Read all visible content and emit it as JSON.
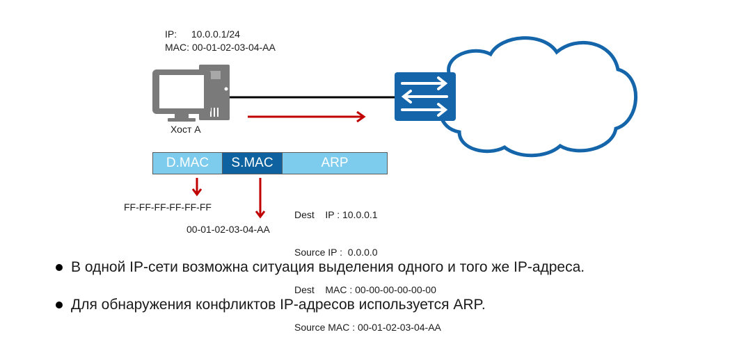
{
  "host": {
    "ip_label": "IP:",
    "ip_value": "10.0.0.1/24",
    "mac_label": "MAC:",
    "mac_value": "00-01-02-03-04-AA",
    "name": "Хост A"
  },
  "frame": {
    "segments": [
      "D.MAC",
      "S.MAC",
      "ARP"
    ],
    "dmac_value": "FF-FF-FF-FF-FF-FF",
    "smac_value": "00-01-02-03-04-AA"
  },
  "arp_fields": [
    "Dest    IP : 10.0.0.1",
    "Source IP :  0.0.0.0",
    "Dest    MAC : 00-00-00-00-00-00",
    "Source MAC : 00-01-02-03-04-AA"
  ],
  "bullets": [
    "В одной IP-сети возможна ситуация выделения одного и того же IP-адреса.",
    "Для обнаружения конфликтов IP-адресов используется ARP."
  ],
  "colors": {
    "light_blue": "#7dcbed",
    "dark_blue": "#0e62a0",
    "switch_blue": "#1565ab",
    "arrow_red": "#c00000",
    "device_gray": "#7a7a7a"
  }
}
